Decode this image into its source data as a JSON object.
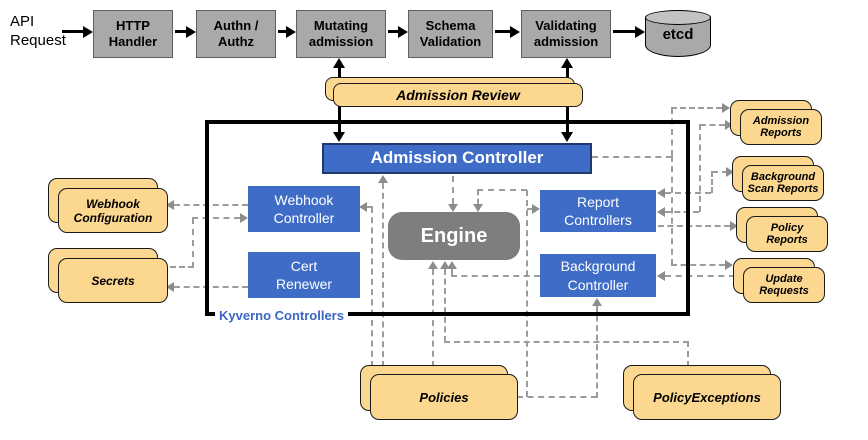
{
  "pipeline": {
    "api_request": "API\nRequest",
    "http_handler": "HTTP\nHandler",
    "authn_authz": "Authn /\nAuthz",
    "mutating_admission": "Mutating\nadmission",
    "schema_validation": "Schema\nValidation",
    "validating_admission": "Validating\nadmission",
    "etcd": "etcd"
  },
  "controllers": {
    "group_label": "Kyverno Controllers",
    "admission_controller": "Admission Controller",
    "webhook_controller": "Webhook\nController",
    "cert_renewer": "Cert\nRenewer",
    "engine": "Engine",
    "report_controllers": "Report\nControllers",
    "background_controller": "Background\nController"
  },
  "resources": {
    "admission_review": "Admission Review",
    "webhook_configuration": "Webhook\nConfiguration",
    "secrets": "Secrets",
    "admission_reports": "Admission\nReports",
    "background_scan_reports": "Background\nScan Reports",
    "policy_reports": "Policy\nReports",
    "update_requests": "Update\nRequests",
    "policies": "Policies",
    "policy_exceptions": "PolicyExceptions"
  },
  "colors": {
    "controller_blue": "#3E6CC6",
    "resource_orange": "#FCD78F",
    "pipeline_gray": "#A9A9A9",
    "engine_gray": "#7E7E7E",
    "dashed_line_gray": "#9C9C9C",
    "group_label_blue": "#3A66C4"
  }
}
